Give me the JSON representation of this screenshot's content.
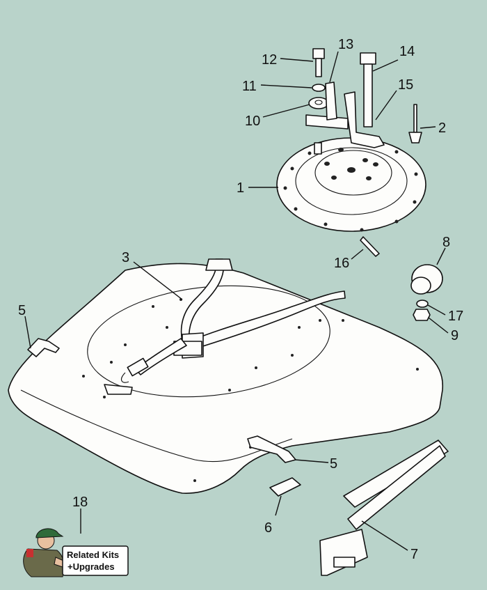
{
  "diagram": {
    "background_color": "#b9d3ca",
    "callouts": [
      {
        "id": "1",
        "label": "1"
      },
      {
        "id": "2",
        "label": "2"
      },
      {
        "id": "3",
        "label": "3"
      },
      {
        "id": "5a",
        "label": "5"
      },
      {
        "id": "5b",
        "label": "5"
      },
      {
        "id": "6",
        "label": "6"
      },
      {
        "id": "7",
        "label": "7"
      },
      {
        "id": "8",
        "label": "8"
      },
      {
        "id": "9",
        "label": "9"
      },
      {
        "id": "10",
        "label": "10"
      },
      {
        "id": "11",
        "label": "11"
      },
      {
        "id": "12",
        "label": "12"
      },
      {
        "id": "13",
        "label": "13"
      },
      {
        "id": "14",
        "label": "14"
      },
      {
        "id": "15",
        "label": "15"
      },
      {
        "id": "16",
        "label": "16"
      },
      {
        "id": "17",
        "label": "17"
      },
      {
        "id": "18",
        "label": "18"
      }
    ],
    "related_kits": {
      "line1": "Related Kits",
      "line2": "+Upgrades"
    }
  }
}
